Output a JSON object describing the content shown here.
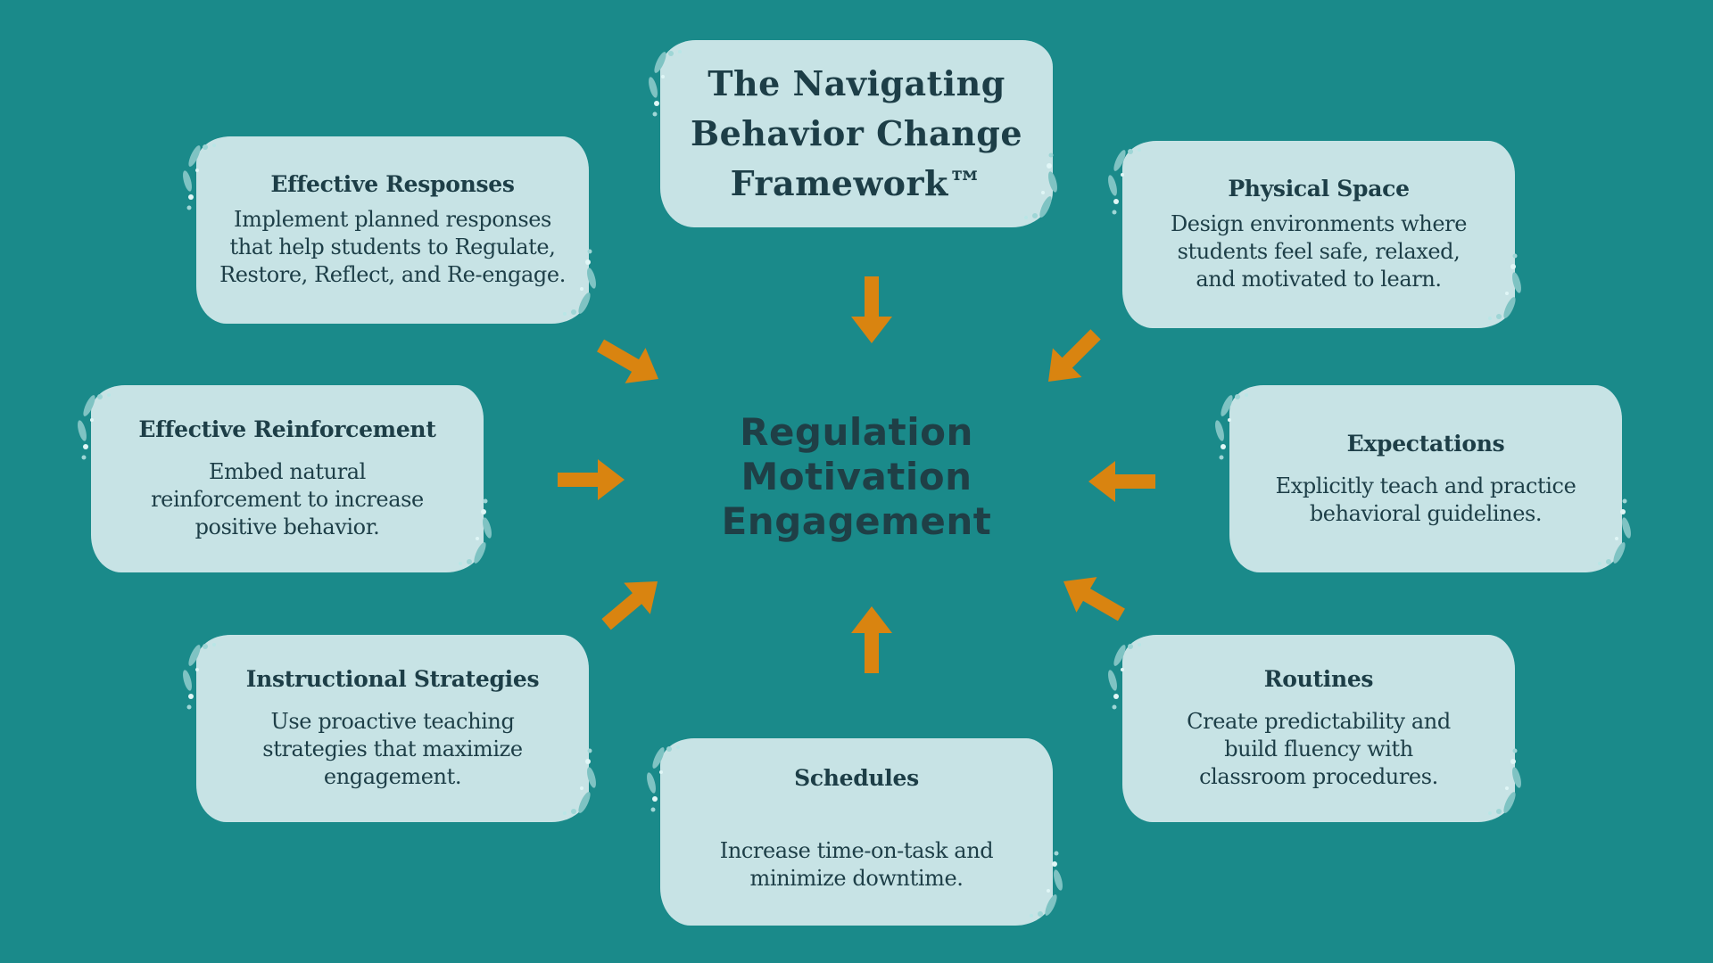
{
  "title": "The Navigating\nBehavior Change\nFramework™",
  "center": "Regulation\nMotivation\nEngagement",
  "colors": {
    "background": "#1a8a8a",
    "card": "#c7e3e5",
    "text": "#1d3e47",
    "arrow": "#d98410"
  },
  "cards": {
    "effective_responses": {
      "title": "Effective Responses",
      "desc": "Implement planned responses\nthat help students to Regulate,\nRestore, Reflect, and Re-engage."
    },
    "physical_space": {
      "title": "Physical Space",
      "desc": "Design environments where\nstudents feel safe, relaxed,\nand motivated to learn."
    },
    "effective_reinforcement": {
      "title": "Effective Reinforcement",
      "desc": "Embed natural\nreinforcement to increase\npositive behavior."
    },
    "expectations": {
      "title": "Expectations",
      "desc": "Explicitly teach and practice\nbehavioral guidelines."
    },
    "instructional_strategies": {
      "title": "Instructional Strategies",
      "desc": "Use proactive teaching\nstrategies that maximize\nengagement."
    },
    "schedules": {
      "title": "Schedules",
      "desc": "Increase time-on-task and\nminimize downtime."
    },
    "routines": {
      "title": "Routines",
      "desc": "Create predictability and\nbuild fluency with\nclassroom procedures."
    }
  },
  "arrows": [
    {
      "name": "arrow-from-title",
      "direction": "down"
    },
    {
      "name": "arrow-from-effective-responses",
      "direction": "down-right"
    },
    {
      "name": "arrow-from-physical-space",
      "direction": "down-left"
    },
    {
      "name": "arrow-from-effective-reinforcement",
      "direction": "right"
    },
    {
      "name": "arrow-from-expectations",
      "direction": "left"
    },
    {
      "name": "arrow-from-instructional-strategies",
      "direction": "up-right"
    },
    {
      "name": "arrow-from-routines",
      "direction": "up-left"
    },
    {
      "name": "arrow-from-schedules",
      "direction": "up"
    }
  ]
}
